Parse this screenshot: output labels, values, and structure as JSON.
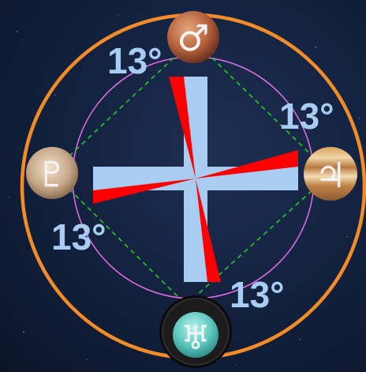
{
  "colors": {
    "background": "#142341",
    "outer_ring": "#f28c28",
    "inner_ring": "#e66ce6",
    "square": "#22cc22",
    "cross": "#a9cdf2",
    "wedge": "#ff0000",
    "label": "#a9cdf2"
  },
  "planets": [
    {
      "name": "mars",
      "symbol": "♂",
      "icon": "mars-icon"
    },
    {
      "name": "jupiter",
      "symbol": "♃",
      "icon": "jupiter-icon"
    },
    {
      "name": "uranus",
      "symbol": "♅",
      "icon": "uranus-icon"
    },
    {
      "name": "pluto",
      "symbol": "♇",
      "icon": "pluto-icon"
    }
  ],
  "labels": {
    "top": "13°",
    "right": "13°",
    "bottom": "13°",
    "left": "13°"
  }
}
